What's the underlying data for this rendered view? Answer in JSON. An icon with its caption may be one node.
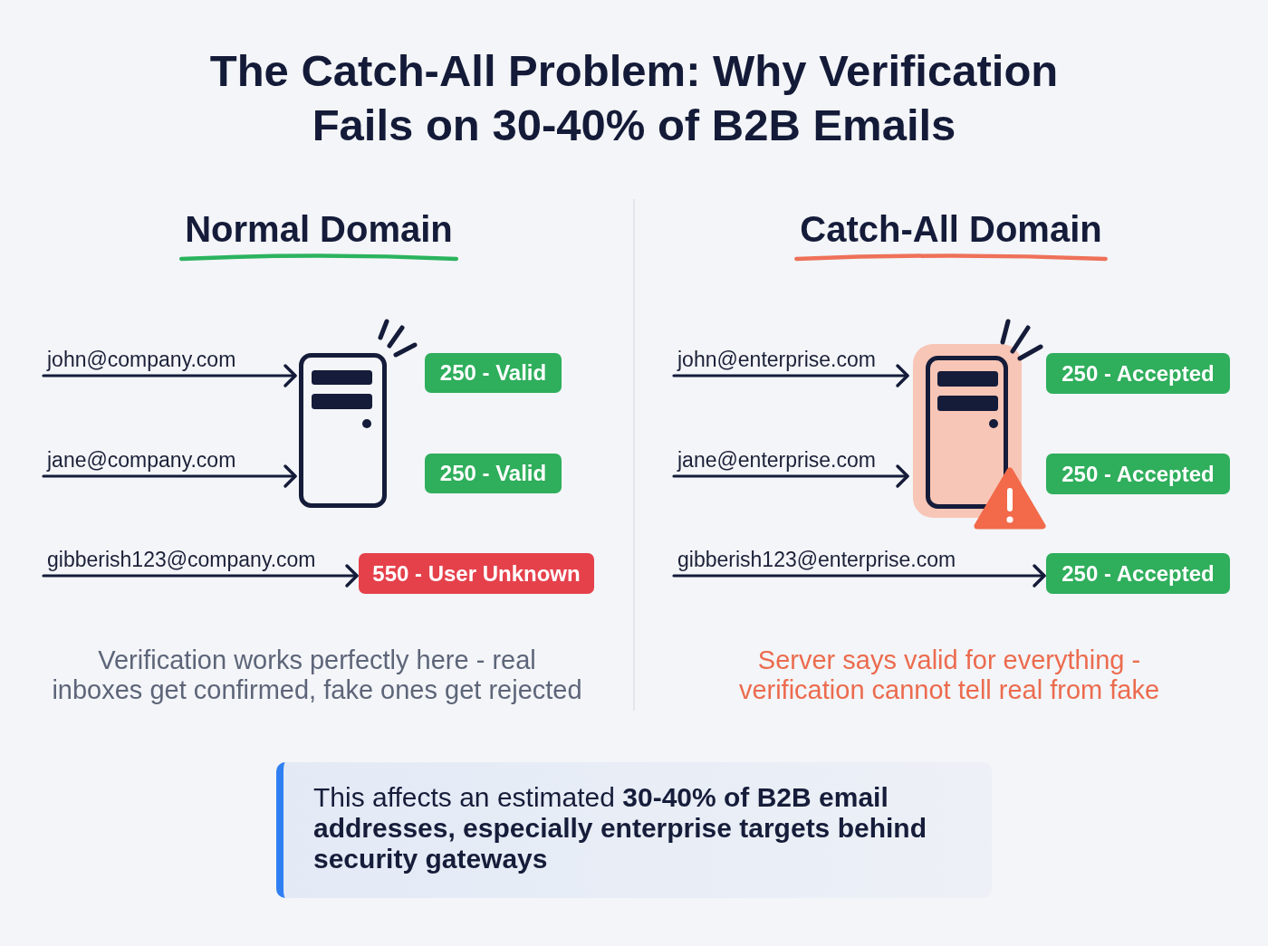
{
  "diagram": {
    "title": "The Catch-All Problem: Why Verification Fails on 30-40% of B2B Emails",
    "nodes": [
      {
        "text": [
          "john@company.com"
        ]
      },
      {
        "text": [
          "jane@company.com"
        ]
      },
      {
        "text": [
          "gibberish123@company.com"
        ]
      },
      {
        "text": [],
        "shape": "picture"
      },
      {
        "text": [
          "250 - Valid"
        ]
      },
      {
        "text": [
          "250 - Valid"
        ]
      },
      {
        "text": [
          "550 - User Unknown"
        ]
      },
      {
        "text": [
          "john@enterprise.com"
        ]
      },
      {
        "text": [
          "jane@enterprise.com"
        ]
      },
      {
        "text": [
          "gibberish123@enterprise.com"
        ]
      },
      {
        "text": [],
        "shape": "picture"
      },
      {
        "text": [
          "250 - Accepted"
        ]
      },
      {
        "text": [
          "250 - Accepted"
        ]
      },
      {
        "text": [
          "250 - Accepted"
        ]
      },
      {
        "text": [
          "This affects an estimated **30-40% of B2B email addresses, especially enterprise targets behind security gateways**"
        ]
      }
    ],
    "edges": [
      {
        "from": 0,
        "to": 3,
        "arrow": "to"
      },
      {
        "from": 1,
        "to": 3,
        "arrow": "to"
      },
      {
        "from": 2,
        "to": 6,
        "arrow": "to"
      },
      {
        "from": 7,
        "to": 10,
        "arrow": "to"
      },
      {
        "from": 8,
        "to": 10,
        "arrow": "to"
      },
      {
        "from": 9,
        "to": 13,
        "arrow": "to"
      }
    ],
    "labels": [
      "Normal Domain",
      "Catch-All Domain",
      "Verification works perfectly here - real inboxes get confirmed, fake ones get rejected",
      "Server says valid for everything - verification cannot tell real from fake"
    ]
  }
}
